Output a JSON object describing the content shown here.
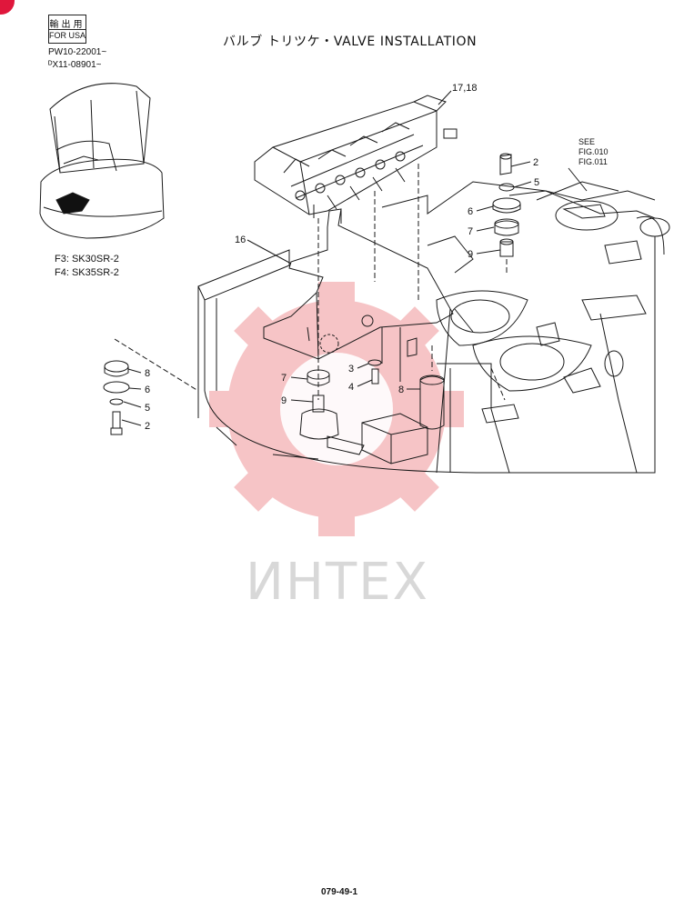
{
  "header": {
    "usa_label_jp": "輸出用",
    "usa_label_en": "FOR USA",
    "serial_1": "PW10-22001~",
    "serial_2": "ᴰX11-08901~",
    "title": "バルブ トリツケ・VALVE  INSTALLATION"
  },
  "models": {
    "f3": "F3: SK30SR-2",
    "f4": "F4: SK35SR-2"
  },
  "reference": {
    "see": "SEE",
    "fig1": "FIG.010",
    "fig2": "FIG.011"
  },
  "callouts": {
    "c1718": "17,18",
    "c16": "16",
    "r2": "2",
    "r5": "5",
    "r6": "6",
    "r7": "7",
    "r9": "9",
    "l8": "8",
    "l6": "6",
    "l5": "5",
    "l2": "2",
    "m7": "7",
    "m9": "9",
    "m3": "3",
    "m4": "4",
    "m8": "8"
  },
  "watermark": "ИНТЕХ",
  "footer": {
    "page_code": "079-49-1"
  },
  "colors": {
    "line": "#1a1a1a",
    "watermark_red": "#f4b6b8",
    "watermark_gray": "#d8d8d8",
    "highlight": "#e0173c"
  }
}
